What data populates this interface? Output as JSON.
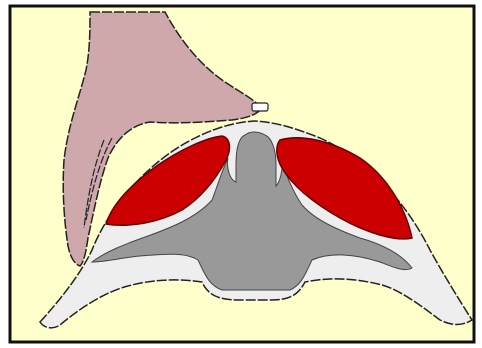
{
  "figure": {
    "colors": {
      "background": "#ffffcc",
      "border": "#111111",
      "bone": "#eeeeee",
      "spine": "#999999",
      "muscle": "#cc0000",
      "muscle_outline": "#660000",
      "hand": "#cfa8ac",
      "outline": "#222222"
    },
    "parts": [
      {
        "name": "hand",
        "color": "hand"
      },
      {
        "name": "transverse-process-bone",
        "color": "bone"
      },
      {
        "name": "vertebra",
        "color": "spine"
      },
      {
        "name": "left-muscle",
        "color": "muscle"
      },
      {
        "name": "right-muscle",
        "color": "muscle"
      },
      {
        "name": "fingertip-marker",
        "color": "bone"
      }
    ]
  }
}
